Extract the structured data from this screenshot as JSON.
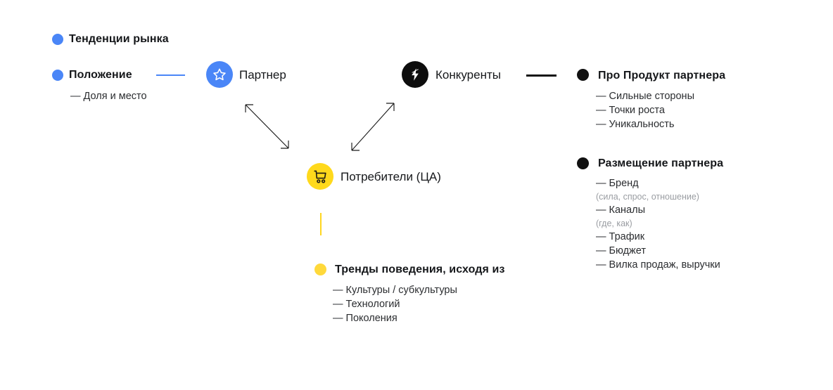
{
  "diagram": {
    "left_column": {
      "market_trends": {
        "label": "Тенденции рынка",
        "bullet_color": "#4a86f7",
        "icon": "blue-dot-icon"
      },
      "position": {
        "label": "Положение",
        "bullet_color": "#4a86f7",
        "icon": "blue-dot-icon",
        "items": [
          "— Доля и место"
        ]
      }
    },
    "nodes": {
      "partner": {
        "label": "Партнер",
        "icon": "star-icon",
        "circle_color": "#4a86f7"
      },
      "competitors": {
        "label": "Конкуренты",
        "icon": "lightning-bolt-icon",
        "circle_color": "#0d0d0d"
      },
      "consumers": {
        "label": "Потребители (ЦА)",
        "icon": "shopping-cart-icon",
        "circle_color": "#ffd91c"
      }
    },
    "right_column": {
      "product": {
        "label": "Про Продукт партнера",
        "bullet_color": "#111111",
        "icon": "black-dot-icon",
        "items": [
          "— Сильные стороны",
          "— Точки роста",
          "— Уникальность"
        ]
      },
      "placement": {
        "label": "Размещение партнера",
        "bullet_color": "#111111",
        "icon": "black-dot-icon",
        "items": [
          {
            "text": "— Бренд",
            "note": "(сила, спрос, отношение)"
          },
          {
            "text": "— Каналы",
            "note": "(где, как)"
          },
          {
            "text": "— Трафик",
            "note": ""
          },
          {
            "text": "— Бюджет",
            "note": ""
          },
          {
            "text": "— Вилка продаж, выручки",
            "note": ""
          }
        ]
      }
    },
    "bottom": {
      "behavior_trends": {
        "label": "Тренды поведения, исходя из",
        "bullet_color": "#ffd93b",
        "icon": "yellow-dot-icon",
        "items": [
          "— Культуры / субкультуры",
          "— Технологий",
          "— Поколения"
        ]
      }
    },
    "connectors": {
      "position_to_partner": {
        "name": "blue-connector-line",
        "color": "#4a86f7"
      },
      "competitors_to_product": {
        "name": "black-connector-line",
        "color": "#111111"
      },
      "partner_to_consumers": {
        "name": "double-arrow-left",
        "color": "#1a1a1a"
      },
      "competitors_to_consumers": {
        "name": "double-arrow-right",
        "color": "#1a1a1a"
      },
      "consumers_to_trends": {
        "name": "yellow-vertical-line",
        "color": "#ffd61f"
      }
    }
  }
}
